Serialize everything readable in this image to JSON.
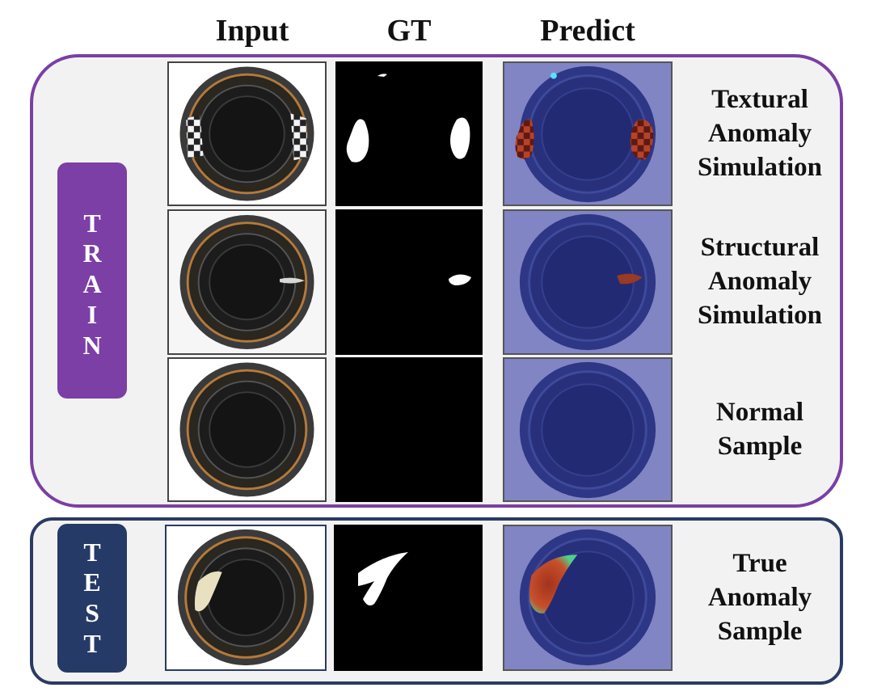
{
  "columns": {
    "input": "Input",
    "gt": "GT",
    "predict": "Predict"
  },
  "train": {
    "label_letters": [
      "T",
      "R",
      "A",
      "I",
      "N"
    ],
    "rows": [
      {
        "caption_lines": [
          "Textural",
          "Anomaly",
          "Simulation"
        ]
      },
      {
        "caption_lines": [
          "Structural",
          "Anomaly",
          "Simulation"
        ]
      },
      {
        "caption_lines": [
          "Normal",
          "Sample"
        ]
      }
    ]
  },
  "test": {
    "label_letters": [
      "T",
      "E",
      "S",
      "T"
    ],
    "rows": [
      {
        "caption_lines": [
          "True",
          "Anomaly",
          "Sample"
        ]
      }
    ]
  },
  "colors": {
    "train_accent": "#7b3fa6",
    "test_accent": "#253a66",
    "prediction_tint": "#8185c4",
    "anomaly_heat": "#8b2a1a"
  }
}
